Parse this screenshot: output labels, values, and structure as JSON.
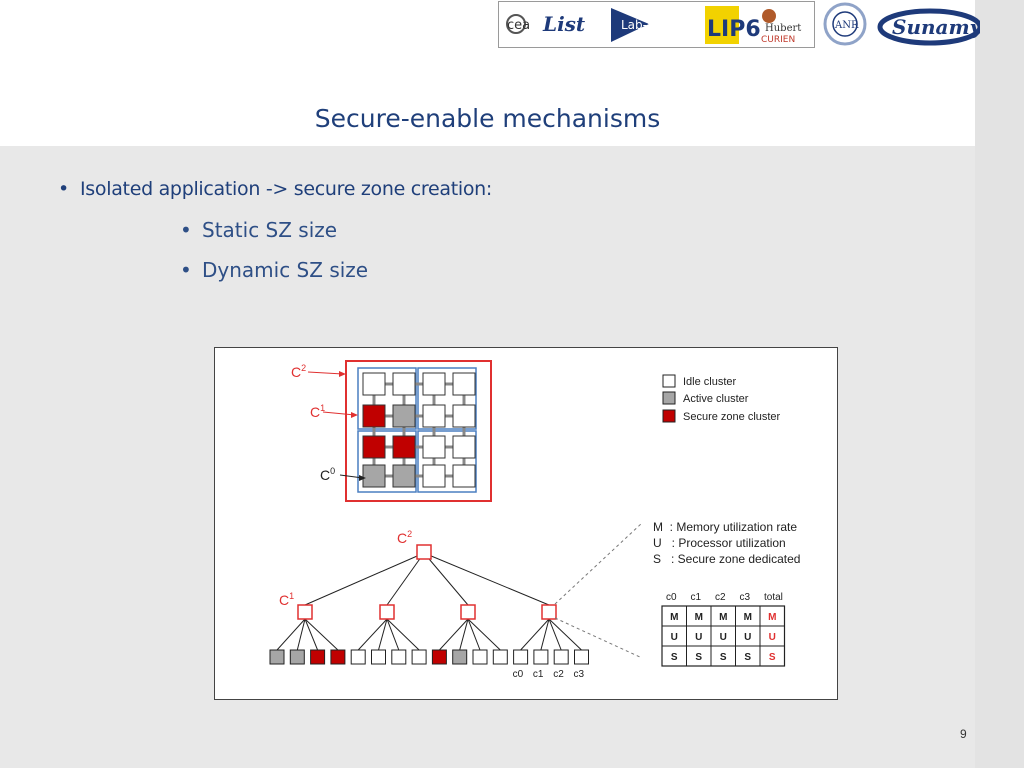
{
  "slide": {
    "title": "Secure-enable mechanisms",
    "bullets": [
      {
        "text": "Isolated application -> secure zone creation:",
        "subitems": [
          "Static SZ size",
          "Dynamic SZ size"
        ]
      }
    ],
    "page_number": "9"
  },
  "logos": {
    "cea": "cea",
    "list": "List",
    "labsticc": "Lab-STICC",
    "lip6": "LIP6",
    "hubert_top": "Hubert",
    "hubert_bottom": "CURIEN",
    "anr": "ANR",
    "sunamy": "Sunamy"
  },
  "diagram": {
    "level_labels": {
      "c2": "C",
      "c1": "C",
      "c0": "C",
      "sup2": "2",
      "sup1": "1",
      "sup0": "0"
    },
    "legend": {
      "idle": "Idle cluster",
      "active": "Active cluster",
      "secure": "Secure zone cluster"
    },
    "metrics": {
      "m": "M  : Memory utilization rate",
      "u": "U   : Processor utilization",
      "s": "S   : Secure zone dedicated"
    },
    "table": {
      "headers": [
        "c0",
        "c1",
        "c2",
        "c3",
        "total"
      ],
      "rows": [
        [
          "M",
          "M",
          "M",
          "M",
          "M"
        ],
        [
          "U",
          "U",
          "U",
          "U",
          "U"
        ],
        [
          "S",
          "S",
          "S",
          "S",
          "S"
        ]
      ]
    },
    "leaf_labels": [
      "c0",
      "c1",
      "c2",
      "c3"
    ],
    "grid": [
      [
        "idle",
        "idle",
        "idle",
        "idle"
      ],
      [
        "secure",
        "active",
        "idle",
        "idle"
      ],
      [
        "secure",
        "secure",
        "idle",
        "idle"
      ],
      [
        "active",
        "active",
        "idle",
        "idle"
      ]
    ],
    "leaves": [
      "active",
      "active",
      "secure",
      "secure",
      "idle",
      "idle",
      "idle",
      "idle",
      "secure",
      "active",
      "idle",
      "idle",
      "idle",
      "idle",
      "idle",
      "idle"
    ],
    "colors": {
      "idle": "#ffffff",
      "active": "#a6a6a6",
      "secure": "#c00000",
      "red": "#e03030",
      "blue": "#4a7fc1"
    }
  }
}
